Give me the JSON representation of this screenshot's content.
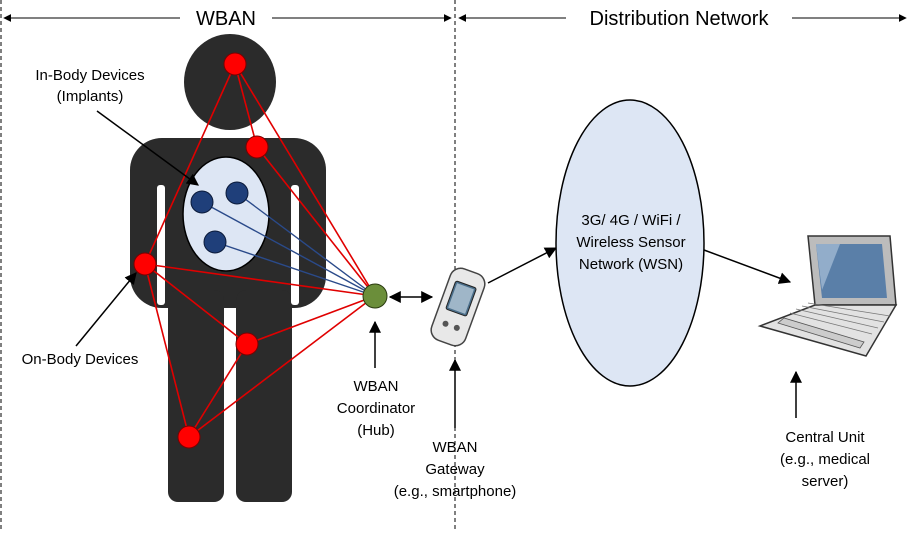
{
  "headers": {
    "left": "WBAN",
    "right": "Distribution Network"
  },
  "labels": {
    "in_body": [
      "In-Body Devices",
      "(Implants)"
    ],
    "on_body": "On-Body Devices",
    "coordinator": [
      "WBAN",
      "Coordinator",
      "(Hub)"
    ],
    "gateway": [
      "WBAN",
      "Gateway",
      "(e.g., smartphone)"
    ],
    "network": [
      "3G/ 4G / WiFi /",
      "Wireless Sensor",
      "Network (WSN)"
    ],
    "central": [
      "Central Unit",
      "(e.g., medical",
      "server)"
    ]
  },
  "colors": {
    "body": "#2b2b2b",
    "on_body_node": "#ff0000",
    "in_body_node": "#1f3f7a",
    "in_body_area": "#dde6f4",
    "hub": "#6b8e3a",
    "network_ellipse": "#dde6f4",
    "link_red": "#e00000",
    "link_blue": "#2a4a8a"
  },
  "icons": {
    "gateway": "smartphone-icon",
    "central": "laptop-icon"
  }
}
